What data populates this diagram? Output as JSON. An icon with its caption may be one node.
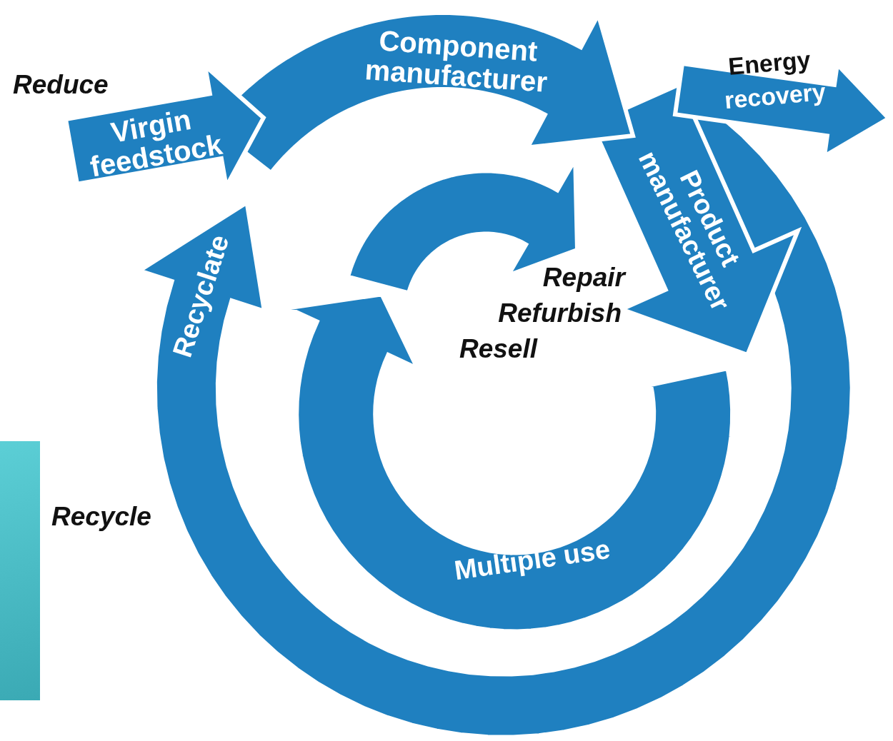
{
  "diagram": {
    "nodes": [
      {
        "text": [
          "Virgin feedstock"
        ]
      },
      {
        "text": [
          "Component manufacturer"
        ]
      },
      {
        "text": [
          "Energy",
          "recovery"
        ]
      },
      {
        "text": [
          "Product manufacturer"
        ]
      },
      {
        "text": [
          "Recyclate"
        ]
      },
      {
        "text": [
          "Multiple use"
        ]
      }
    ],
    "labels": [
      "Reduce",
      "Repair",
      "Refurbish",
      "Resell",
      "Recycle"
    ]
  }
}
